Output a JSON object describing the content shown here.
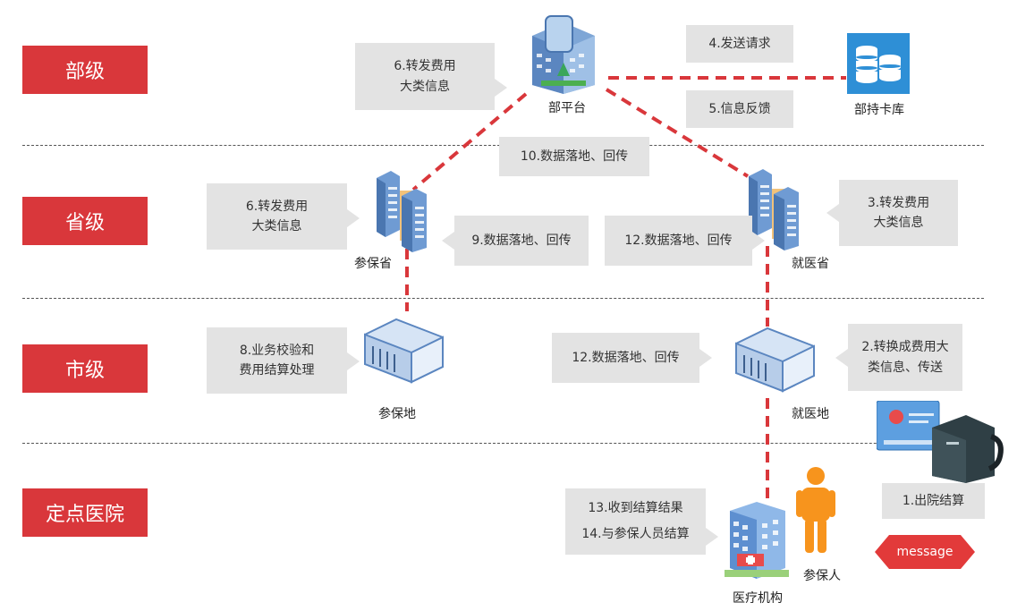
{
  "levels": {
    "ministry": "部级",
    "province": "省级",
    "city": "市级",
    "hospital": "定点医院"
  },
  "nodes": {
    "ministry_platform": "部平台",
    "card_db": "部持卡库",
    "insured_province": "参保省",
    "medical_province": "就医省",
    "insured_city": "参保地",
    "medical_city": "就医地",
    "medical_institution": "医疗机构",
    "insured_person": "参保人"
  },
  "steps": {
    "s1": "1.出院结算",
    "s2": "2.转换成费用大\n类信息、传送",
    "s3": "3.转发费用\n大类信息",
    "s4": "4.发送请求",
    "s5": "5.信息反馈",
    "s6a": "6.转发费用\n大类信息",
    "s6b": "6.转发费用\n大类信息",
    "s8": "8.业务校验和\n费用结算处理",
    "s9": "9.数据落地、回传",
    "s10": "10.数据落地、回传",
    "s12a": "12.数据落地、回传",
    "s12b": "12.数据落地、回传",
    "s13": "13.收到结算结果",
    "s14": "14.与参保人员结算"
  },
  "message_badge": "message",
  "colors": {
    "level_red": "#d9373b",
    "link_red": "#d9373b",
    "callout_gray": "#e3e3e3",
    "person_orange": "#f7941d"
  },
  "icons": {
    "ministry_platform": "building-tower-icon",
    "card_db": "database-icon",
    "insured_province": "server-building-icon",
    "medical_province": "server-building-icon",
    "insured_city": "office-building-icon",
    "medical_city": "office-building-icon",
    "medical_institution": "hospital-icon",
    "insured_person": "person-icon",
    "card_reader": "card-reader-icon"
  }
}
